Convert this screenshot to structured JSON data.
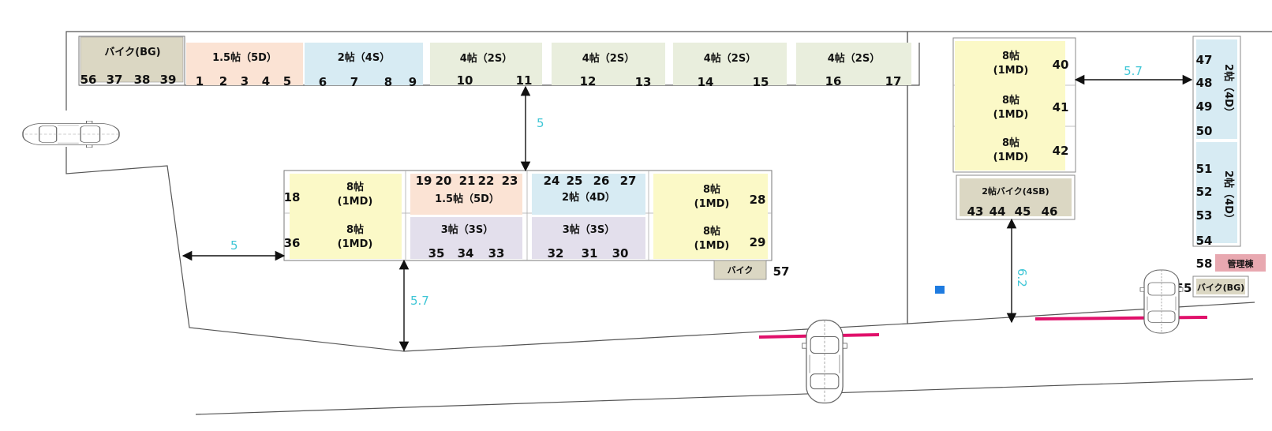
{
  "colors": {
    "peach": "#fbe3d4",
    "lightblue": "#d7ebf3",
    "sage": "#e9eedd",
    "yellow": "#fbf9c7",
    "lavender": "#e3dfec",
    "tan": "#dbd7c3",
    "pink": "#e8a8b0",
    "magenta": "#e0106a",
    "cyan": "#3fc6d6",
    "blue": "#1e7be0"
  },
  "labels": {
    "bike_bg": "バイク(BG)",
    "u15_5d": "1.5帖（5D）",
    "u2_4s": "2帖（4S）",
    "u4_2s": "4帖（2S）",
    "u8": "8帖",
    "mmd": "(1MD)",
    "u3_3s": "3帖（3S）",
    "u2_4d": "2帖（4D）",
    "bike": "バイク",
    "bike_4sb": "2帖バイク(4SB)",
    "kanri": "管理棟",
    "u2_4d_v": "2帖（4D）"
  },
  "dims": {
    "d5_top": "5",
    "d5_left": "5",
    "d57_left": "5.7",
    "d57_right": "5.7",
    "d62": "6.2"
  },
  "units": {
    "n1": "1",
    "n2": "2",
    "n3": "3",
    "n4": "4",
    "n5": "5",
    "n6": "6",
    "n7": "7",
    "n8": "8",
    "n9": "9",
    "n10": "10",
    "n11": "11",
    "n12": "12",
    "n13": "13",
    "n14": "14",
    "n15": "15",
    "n16": "16",
    "n17": "17",
    "n18": "18",
    "n19": "19",
    "n20": "20",
    "n21": "21",
    "n22": "22",
    "n23": "23",
    "n24": "24",
    "n25": "25",
    "n26": "26",
    "n27": "27",
    "n28": "28",
    "n29": "29",
    "n30": "30",
    "n31": "31",
    "n32": "32",
    "n33": "33",
    "n34": "34",
    "n35": "35",
    "n36": "36",
    "n37": "37",
    "n38": "38",
    "n39": "39",
    "n40": "40",
    "n41": "41",
    "n42": "42",
    "n43": "43",
    "n44": "44",
    "n45": "45",
    "n46": "46",
    "n47": "47",
    "n48": "48",
    "n49": "49",
    "n50": "50",
    "n51": "51",
    "n52": "52",
    "n53": "53",
    "n54": "54",
    "n55": "55",
    "n56": "56",
    "n57": "57",
    "n58": "58"
  }
}
